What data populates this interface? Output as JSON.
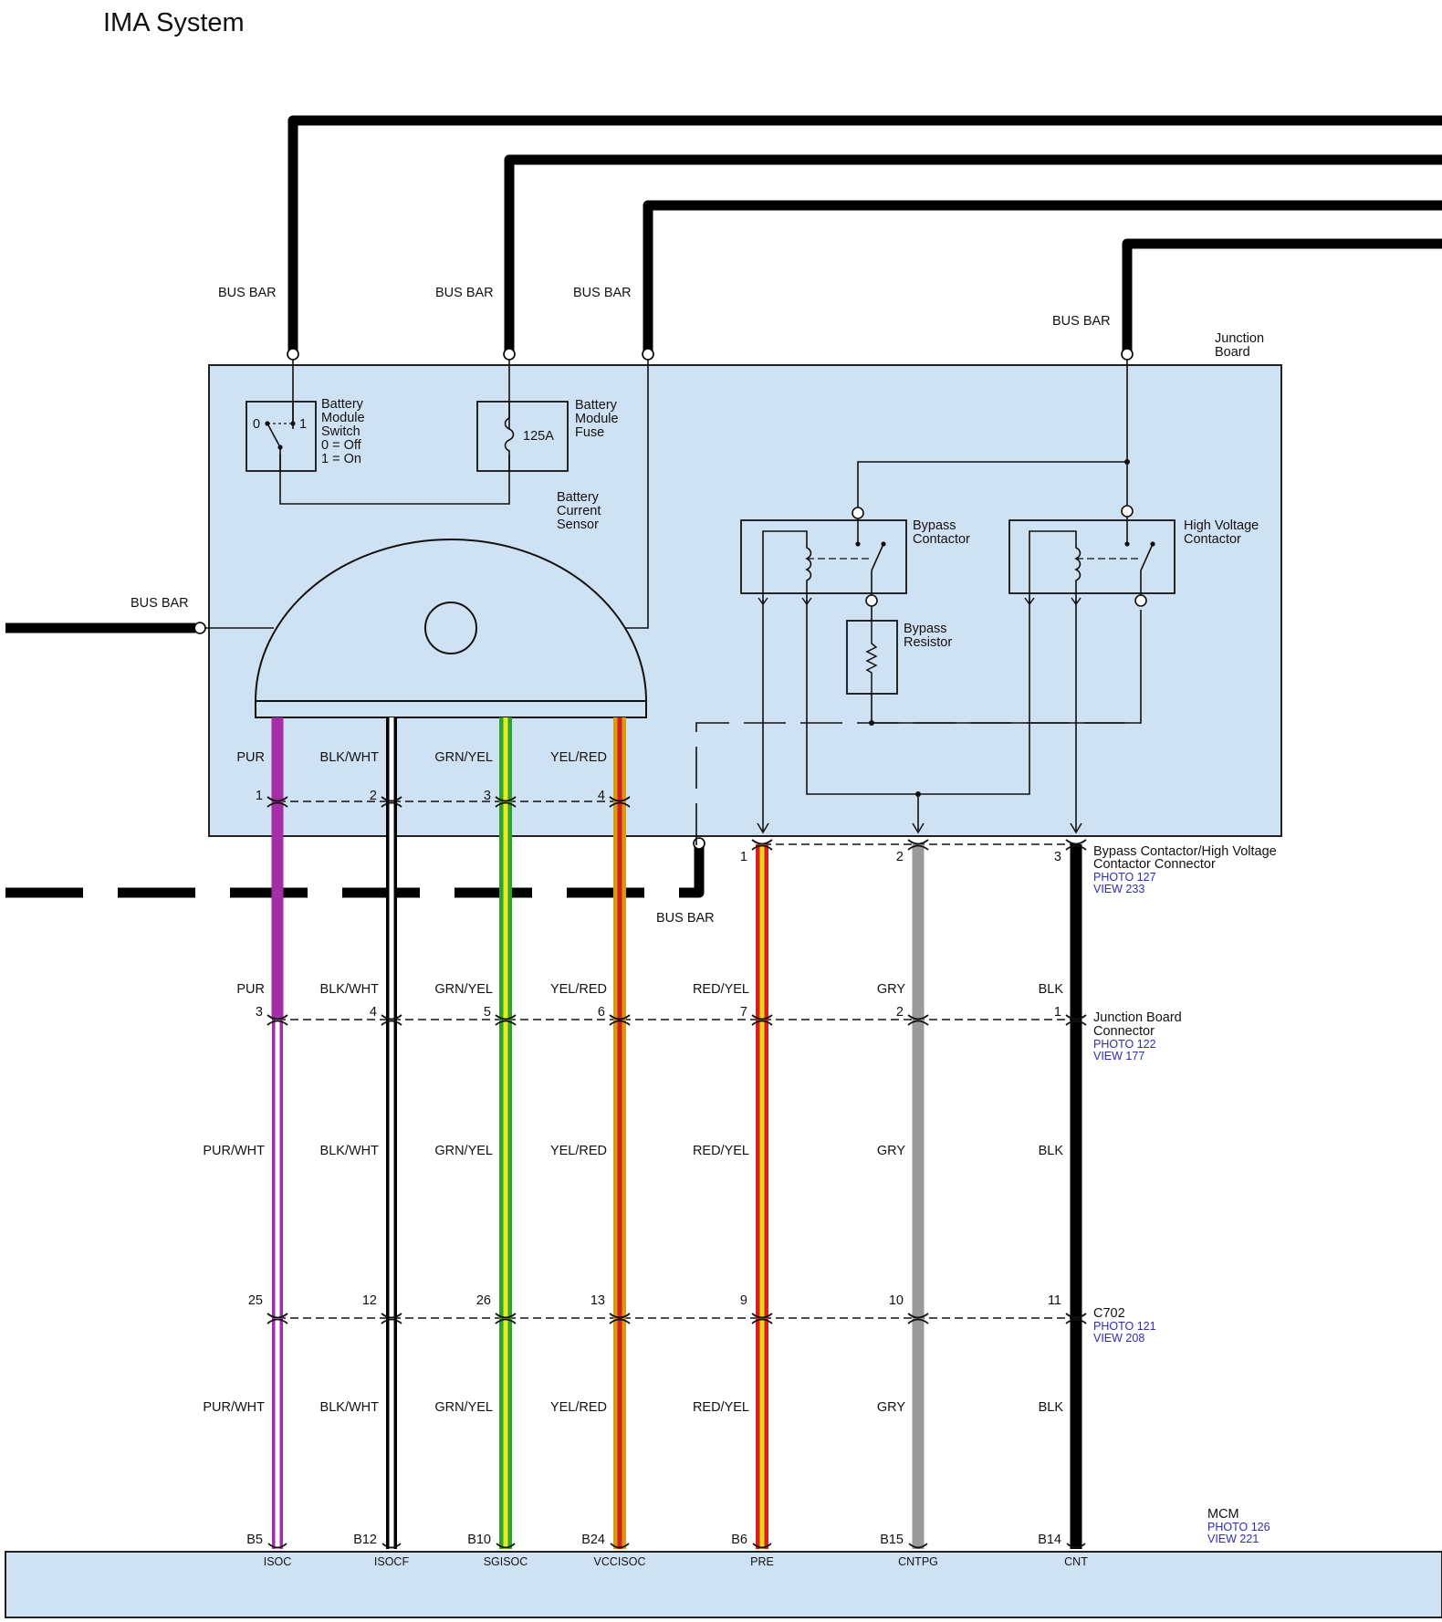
{
  "title": "IMA System",
  "junction_board": {
    "label_line1": "Junction",
    "label_line2": "Board"
  },
  "bus_bar_label": "BUS BAR",
  "components": {
    "switch": {
      "l1": "Battery",
      "l2": "Module",
      "l3": "Switch",
      "l4": "0 = Off",
      "l5": "1 = On",
      "pos0": "0",
      "pos1": "1"
    },
    "fuse": {
      "l1": "Battery",
      "l2": "Module",
      "l3": "Fuse",
      "rating": "125A"
    },
    "current_sensor": {
      "l1": "Battery",
      "l2": "Current",
      "l3": "Sensor"
    },
    "bypass_contactor": {
      "l1": "Bypass",
      "l2": "Contactor"
    },
    "hv_contactor": {
      "l1": "High Voltage",
      "l2": "Contactor"
    },
    "bypass_resistor": {
      "l1": "Bypass",
      "l2": "Resistor"
    }
  },
  "connectors": {
    "bypass_hv": {
      "l1": "Bypass Contactor/High Voltage",
      "l2": "Contactor Connector",
      "photo": "PHOTO 127",
      "view": "VIEW 233"
    },
    "junction_board": {
      "l1": "Junction Board",
      "l2": "Connector",
      "photo": "PHOTO 122",
      "view": "VIEW 177"
    },
    "c702": {
      "l1": "C702",
      "photo": "PHOTO 121",
      "view": "VIEW 208"
    },
    "mcm": {
      "l1": "MCM",
      "photo": "PHOTO 126",
      "view": "VIEW 221"
    }
  },
  "wires": [
    {
      "id": "isoc",
      "signal": "ISOC",
      "mcm_pin": "B5",
      "top_color": "PUR",
      "mid_color": "PUR",
      "c702_color": "PUR/WHT",
      "mcm_color": "PUR/WHT",
      "sensor_pin": "1",
      "jb_pin": "3",
      "c702_pin": "25",
      "upper": "#a32ea8",
      "lower": "#a32ea8",
      "stripe": ""
    },
    {
      "id": "isocf",
      "signal": "ISOCF",
      "mcm_pin": "B12",
      "top_color": "BLK/WHT",
      "mid_color": "BLK/WHT",
      "c702_color": "BLK/WHT",
      "mcm_color": "BLK/WHT",
      "sensor_pin": "2",
      "jb_pin": "4",
      "c702_pin": "12",
      "upper": "#000000",
      "lower": "#000000",
      "stripe": ""
    },
    {
      "id": "sgisoc",
      "signal": "SGISOC",
      "mcm_pin": "B10",
      "top_color": "GRN/YEL",
      "mid_color": "GRN/YEL",
      "c702_color": "GRN/YEL",
      "mcm_color": "GRN/YEL",
      "sensor_pin": "3",
      "jb_pin": "5",
      "c702_pin": "26",
      "upper": "#2fa32f",
      "lower": "#2fa32f",
      "stripe": "#e6ea22"
    },
    {
      "id": "vccisoc",
      "signal": "VCCISOC",
      "mcm_pin": "B24",
      "top_color": "YEL/RED",
      "mid_color": "YEL/RED",
      "c702_color": "YEL/RED",
      "mcm_color": "YEL/RED",
      "sensor_pin": "4",
      "jb_pin": "6",
      "c702_pin": "13",
      "upper": "#d89a10",
      "lower": "#d89a10",
      "stripe": "#d42020"
    },
    {
      "id": "pre",
      "signal": "PRE",
      "mcm_pin": "B6",
      "top_color": "",
      "mid_color": "RED/YEL",
      "c702_color": "RED/YEL",
      "mcm_color": "RED/YEL",
      "sensor_pin": "1",
      "jb_pin": "7",
      "c702_pin": "9",
      "upper": "#d42020",
      "lower": "#d42020",
      "stripe": "#ecd41a"
    },
    {
      "id": "cntpg",
      "signal": "CNTPG",
      "mcm_pin": "B15",
      "top_color": "",
      "mid_color": "GRY",
      "c702_color": "GRY",
      "mcm_color": "GRY",
      "sensor_pin": "2",
      "jb_pin": "2",
      "c702_pin": "10",
      "upper": "#9a9a9a",
      "lower": "#9a9a9a",
      "stripe": ""
    },
    {
      "id": "cnt",
      "signal": "CNT",
      "mcm_pin": "B14",
      "top_color": "",
      "mid_color": "BLK",
      "c702_color": "BLK",
      "mcm_color": "BLK",
      "sensor_pin": "3",
      "jb_pin": "1",
      "c702_pin": "11",
      "upper": "#000000",
      "lower": "#000000",
      "stripe": ""
    }
  ],
  "colors": {
    "panel_fill": "#cfe2f3",
    "wire_white_core": "#ffffff"
  }
}
